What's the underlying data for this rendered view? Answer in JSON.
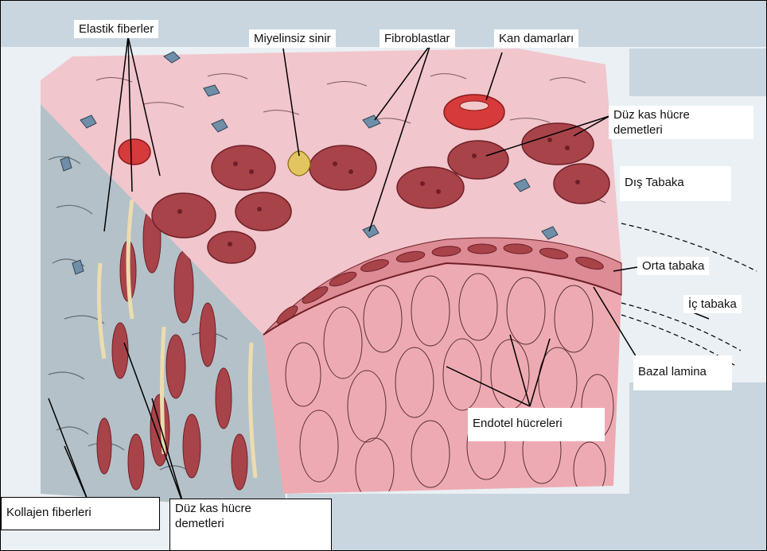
{
  "labels": {
    "elastik_fiberler": "Elastik fiberler",
    "miyelinsiz_sinir": "Miyelinsiz sinir",
    "fibroblastlar": "Fibroblastlar",
    "kan_damarlari": "Kan damarları",
    "duz_kas_upper": "Düz kas hücre\ndemetleri",
    "dis_tabaka": "Dış Tabaka",
    "orta_tabaka": "Orta tabaka",
    "ic_tabaka": "İç tabaka",
    "bazal_lamina": "Bazal lamina",
    "endotel_hucreleri": "Endotel hücreleri",
    "kollajen_fiberleri": "Kollajen fiberleri",
    "duz_kas_lower": "Düz kas hücre\ndemetleri"
  },
  "colors": {
    "background": "#eaf0f4",
    "pink_adventitia": "#f1c6cc",
    "pink_intima": "#eeaab2",
    "grey_face": "#b4c1c8",
    "muscle": "#a8434a",
    "muscle_dark": "#6e1f26",
    "fibroblast": "#6f8fa8",
    "blood_red": "#d63a3a",
    "nerve_yellow": "#e2c560",
    "label_bg": "#ffffff",
    "line": "#000000"
  }
}
